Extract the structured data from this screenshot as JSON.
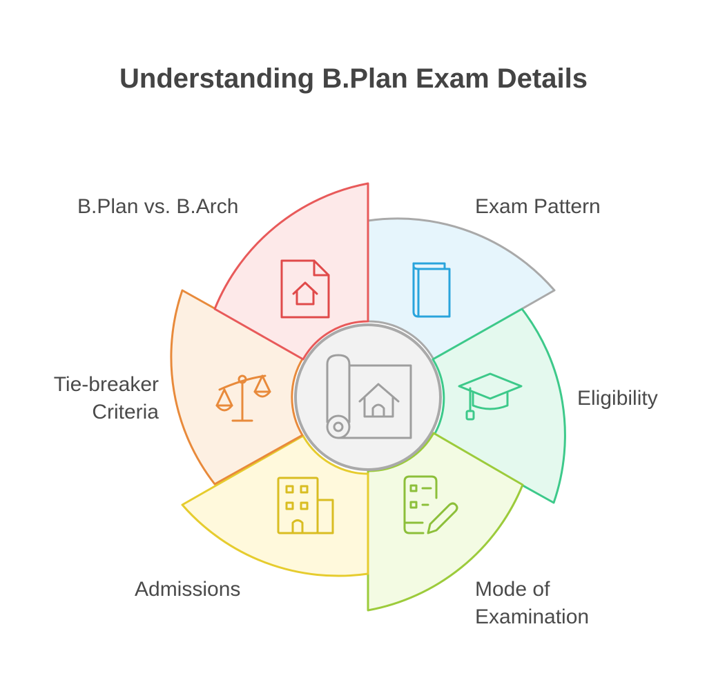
{
  "title": "Understanding B.Plan Exam Details",
  "segments": [
    {
      "id": "exam-pattern",
      "lines": [
        "Exam Pattern"
      ],
      "icon": "book-icon",
      "stroke": "#a9a9a9",
      "fill": "#e6f5fc",
      "icon_color": "#29a4dc"
    },
    {
      "id": "eligibility",
      "lines": [
        "Eligibility"
      ],
      "icon": "graduation-cap-icon",
      "stroke": "#3dc98a",
      "fill": "#e4f9ee",
      "icon_color": "#3dc98a"
    },
    {
      "id": "mode-of-examination",
      "lines": [
        "Mode of",
        "Examination"
      ],
      "icon": "checklist-pencil-icon",
      "stroke": "#9ccb3b",
      "fill": "#f3fbe3",
      "icon_color": "#8cbf3a"
    },
    {
      "id": "admissions",
      "lines": [
        "Admissions"
      ],
      "icon": "building-icon",
      "stroke": "#e6cc2e",
      "fill": "#fff9dc",
      "icon_color": "#d9bd22"
    },
    {
      "id": "tie-breaker-criteria",
      "lines": [
        "Tie-breaker",
        "Criteria"
      ],
      "icon": "scales-icon",
      "stroke": "#e88a3b",
      "fill": "#fdf0e2",
      "icon_color": "#e88a3b"
    },
    {
      "id": "bplan-vs-barch",
      "lines": [
        "B.Plan vs. B.Arch"
      ],
      "icon": "document-home-icon",
      "stroke": "#e85a5a",
      "fill": "#fde9e9",
      "icon_color": "#e04a4a"
    }
  ],
  "center": {
    "icon": "blueprint-home-icon",
    "stroke": "#a9a9a9",
    "fill": "#f2f2f2"
  }
}
